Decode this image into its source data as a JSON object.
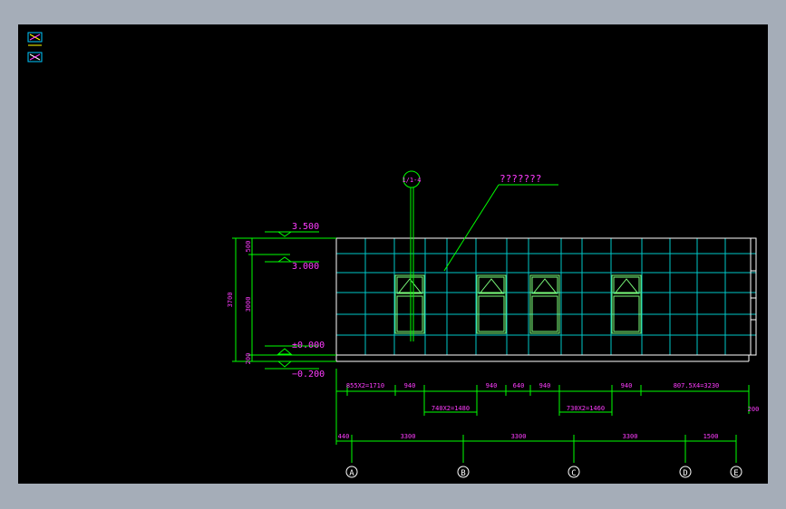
{
  "colors": {
    "background": "#000000",
    "frame": "#a5adb8",
    "grid": "#00c8c8",
    "outline": "#ffffff",
    "dim_line": "#00ff00",
    "dim_text": "#ff3cff",
    "window": "#7cff7c"
  },
  "icons": [
    "ucs-icon"
  ],
  "section_marker": {
    "label": "1/1-4"
  },
  "note_leader": {
    "text": "???????"
  },
  "elevations": {
    "top": "3.500",
    "eave": "3.000",
    "ground": "±0.000",
    "base": "−0.200"
  },
  "vertical_dims": {
    "total": "3700",
    "upper": "500",
    "middle": "3000",
    "lower": "200"
  },
  "upper_dims": [
    "855X2=1710",
    "940",
    "940",
    "640",
    "940",
    "940",
    "807.5X4=3230"
  ],
  "lower_dims": [
    "740X2=1480",
    "730X2=1460"
  ],
  "right_dim": "200",
  "axis_dims": [
    "440",
    "3300",
    "3300",
    "3300",
    "1500"
  ],
  "axes": [
    "A",
    "B",
    "C",
    "D",
    "E"
  ]
}
